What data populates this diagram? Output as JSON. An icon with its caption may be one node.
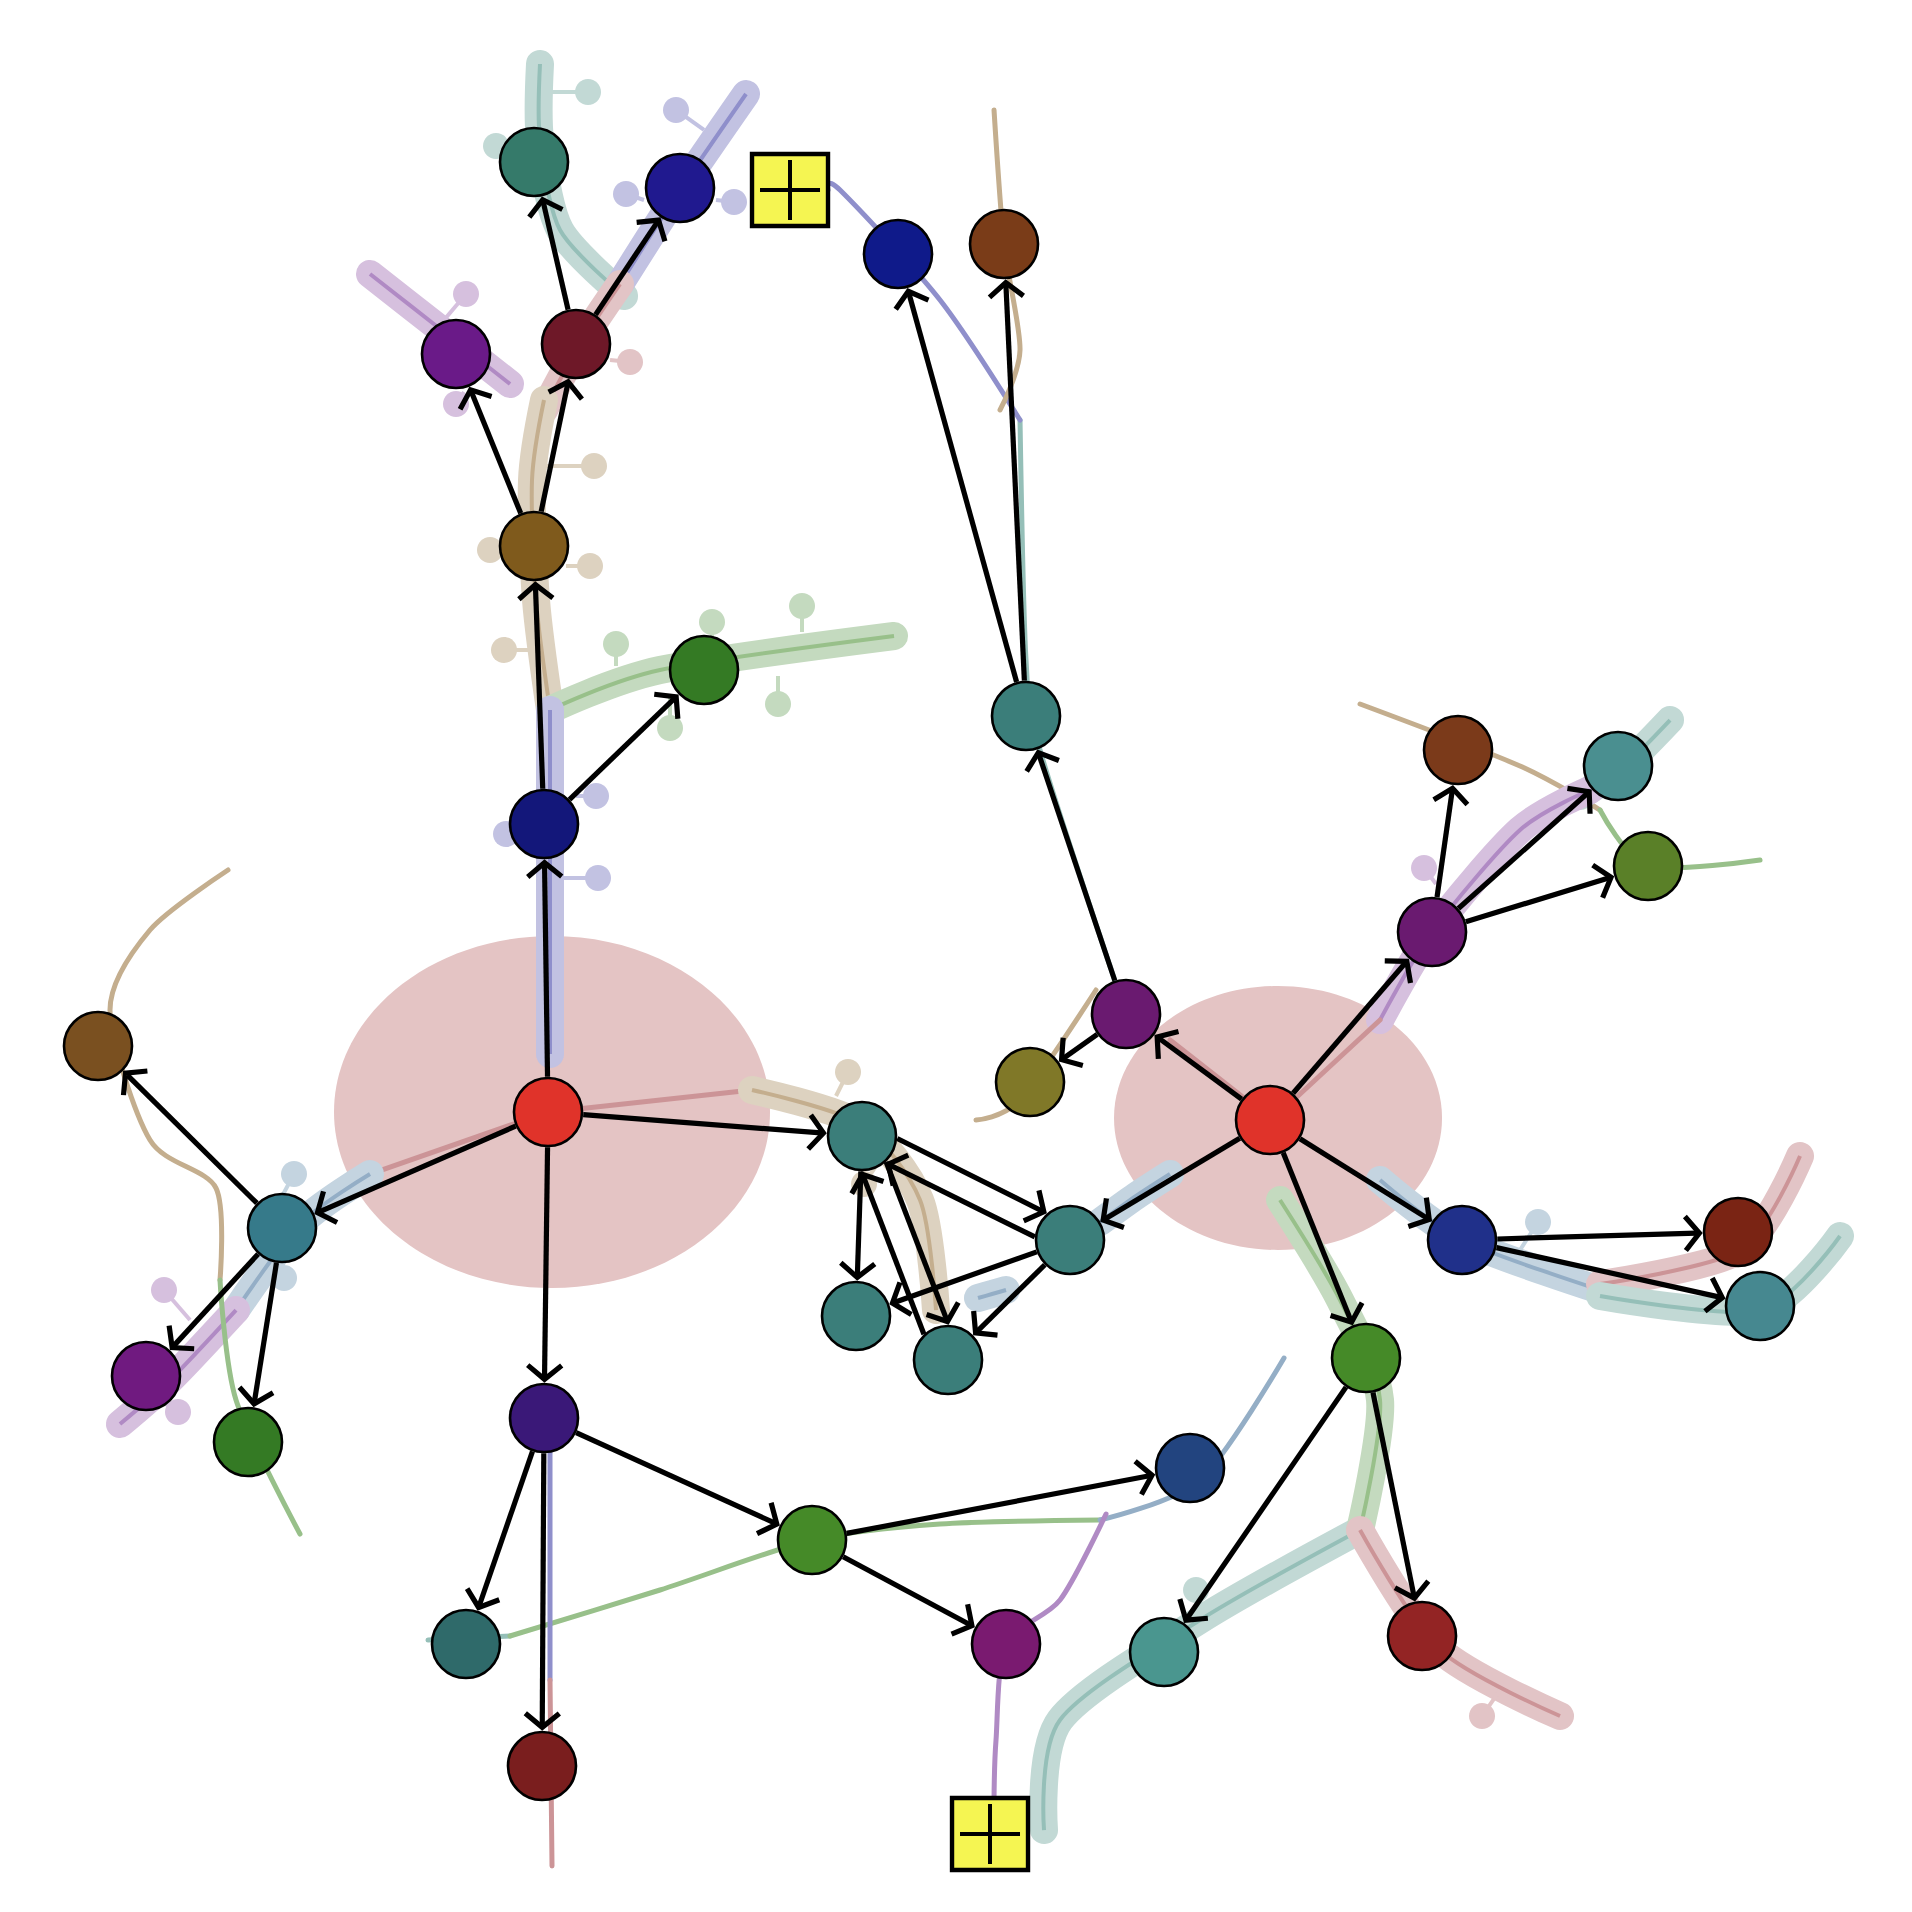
{
  "diagram": {
    "nodes": [
      {
        "text": [],
        "shape": "circle"
      },
      {
        "text": [],
        "shape": "circle"
      },
      {
        "text": [],
        "shape": "circle"
      },
      {
        "text": [],
        "shape": "circle"
      },
      {
        "text": [],
        "shape": "circle"
      },
      {
        "text": [],
        "shape": "circle"
      },
      {
        "text": [],
        "shape": "circle"
      },
      {
        "text": [],
        "shape": "circle"
      },
      {
        "text": [],
        "shape": "circle"
      },
      {
        "text": [],
        "shape": "circle"
      },
      {
        "text": [],
        "shape": "circle"
      },
      {
        "text": [],
        "shape": "circle"
      },
      {
        "text": [],
        "shape": "circle"
      },
      {
        "text": [],
        "shape": "circle"
      },
      {
        "text": [],
        "shape": "circle"
      },
      {
        "text": [],
        "shape": "circle"
      },
      {
        "text": [],
        "shape": "circle"
      },
      {
        "text": [],
        "shape": "circle"
      },
      {
        "text": [],
        "shape": "circle"
      },
      {
        "text": [],
        "shape": "circle"
      },
      {
        "text": [],
        "shape": "circle"
      },
      {
        "text": [],
        "shape": "circle"
      },
      {
        "text": [],
        "shape": "circle"
      },
      {
        "text": [],
        "shape": "circle"
      },
      {
        "text": [],
        "shape": "circle"
      },
      {
        "text": [],
        "shape": "circle"
      },
      {
        "text": [],
        "shape": "circle"
      },
      {
        "text": [],
        "shape": "circle"
      },
      {
        "text": [],
        "shape": "circle"
      },
      {
        "text": [],
        "shape": "circle"
      },
      {
        "text": [],
        "shape": "circle"
      },
      {
        "text": [],
        "shape": "circle"
      },
      {
        "text": [],
        "shape": "circle"
      },
      {
        "text": [],
        "shape": "circle"
      },
      {
        "text": [],
        "shape": "circle"
      },
      {
        "text": [],
        "shape": "circle"
      },
      {
        "text": [],
        "shape": "circle"
      },
      {
        "text": [],
        "shape": "circle"
      }
    ],
    "edges": [
      {
        "from": 5,
        "to": 0,
        "arrow": "to"
      },
      {
        "from": 5,
        "to": 1,
        "arrow": "to"
      },
      {
        "from": 6,
        "to": 4,
        "arrow": "to"
      },
      {
        "from": 6,
        "to": 5,
        "arrow": "to"
      },
      {
        "from": 12,
        "to": 6,
        "arrow": "to"
      },
      {
        "from": 12,
        "to": 7,
        "arrow": "to"
      },
      {
        "from": 8,
        "to": 2,
        "arrow": "to"
      },
      {
        "from": 8,
        "to": 3,
        "arrow": "to"
      },
      {
        "from": 15,
        "to": 8,
        "arrow": "to"
      },
      {
        "from": 13,
        "to": 9,
        "arrow": "to"
      },
      {
        "from": 13,
        "to": 10,
        "arrow": "to"
      },
      {
        "from": 13,
        "to": 11,
        "arrow": "to"
      },
      {
        "from": 17,
        "to": 12,
        "arrow": "to"
      },
      {
        "from": 18,
        "to": 13,
        "arrow": "to"
      },
      {
        "from": 18,
        "to": 15,
        "arrow": "to"
      },
      {
        "from": 15,
        "to": 16,
        "arrow": "to"
      },
      {
        "from": 17,
        "to": 20,
        "arrow": "to"
      },
      {
        "from": 20,
        "to": 14,
        "arrow": "to"
      },
      {
        "from": 17,
        "to": 19,
        "arrow": "to"
      },
      {
        "from": 19,
        "to": 21,
        "arrow": "to"
      },
      {
        "from": 21,
        "to": 19,
        "arrow": "to"
      },
      {
        "from": 19,
        "to": 24,
        "arrow": "to"
      },
      {
        "from": 19,
        "to": 26,
        "arrow": "to"
      },
      {
        "from": 26,
        "to": 19,
        "arrow": "to"
      },
      {
        "from": 21,
        "to": 24,
        "arrow": "to"
      },
      {
        "from": 21,
        "to": 26,
        "arrow": "to"
      },
      {
        "from": 18,
        "to": 21,
        "arrow": "to"
      },
      {
        "from": 18,
        "to": 22,
        "arrow": "to"
      },
      {
        "from": 22,
        "to": 23,
        "arrow": "to"
      },
      {
        "from": 22,
        "to": 25,
        "arrow": "to"
      },
      {
        "from": 18,
        "to": 27,
        "arrow": "to"
      },
      {
        "from": 20,
        "to": 28,
        "arrow": "to"
      },
      {
        "from": 20,
        "to": 29,
        "arrow": "to"
      },
      {
        "from": 17,
        "to": 30,
        "arrow": "to"
      },
      {
        "from": 30,
        "to": 32,
        "arrow": "to"
      },
      {
        "from": 30,
        "to": 33,
        "arrow": "to"
      },
      {
        "from": 30,
        "to": 37,
        "arrow": "to"
      },
      {
        "from": 32,
        "to": 31,
        "arrow": "to"
      },
      {
        "from": 32,
        "to": 34,
        "arrow": "to"
      },
      {
        "from": 27,
        "to": 35,
        "arrow": "to"
      },
      {
        "from": 27,
        "to": 36,
        "arrow": "to"
      }
    ]
  }
}
